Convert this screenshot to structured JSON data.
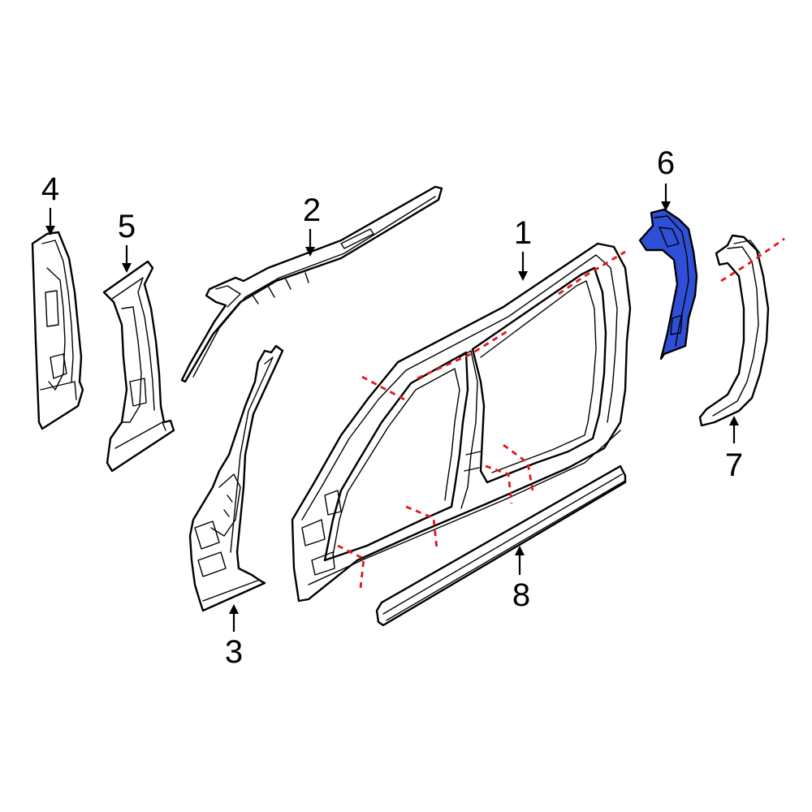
{
  "callouts": [
    {
      "id": "1",
      "label": "1"
    },
    {
      "id": "2",
      "label": "2"
    },
    {
      "id": "3",
      "label": "3"
    },
    {
      "id": "4",
      "label": "4"
    },
    {
      "id": "5",
      "label": "5"
    },
    {
      "id": "6",
      "label": "6"
    },
    {
      "id": "7",
      "label": "7"
    },
    {
      "id": "8",
      "label": "8"
    }
  ],
  "colors": {
    "highlight_part": "#2f4fd6",
    "cut_lines": "#e3161b",
    "outline": "#000000",
    "background": "#ffffff"
  },
  "highlighted_part": "6"
}
